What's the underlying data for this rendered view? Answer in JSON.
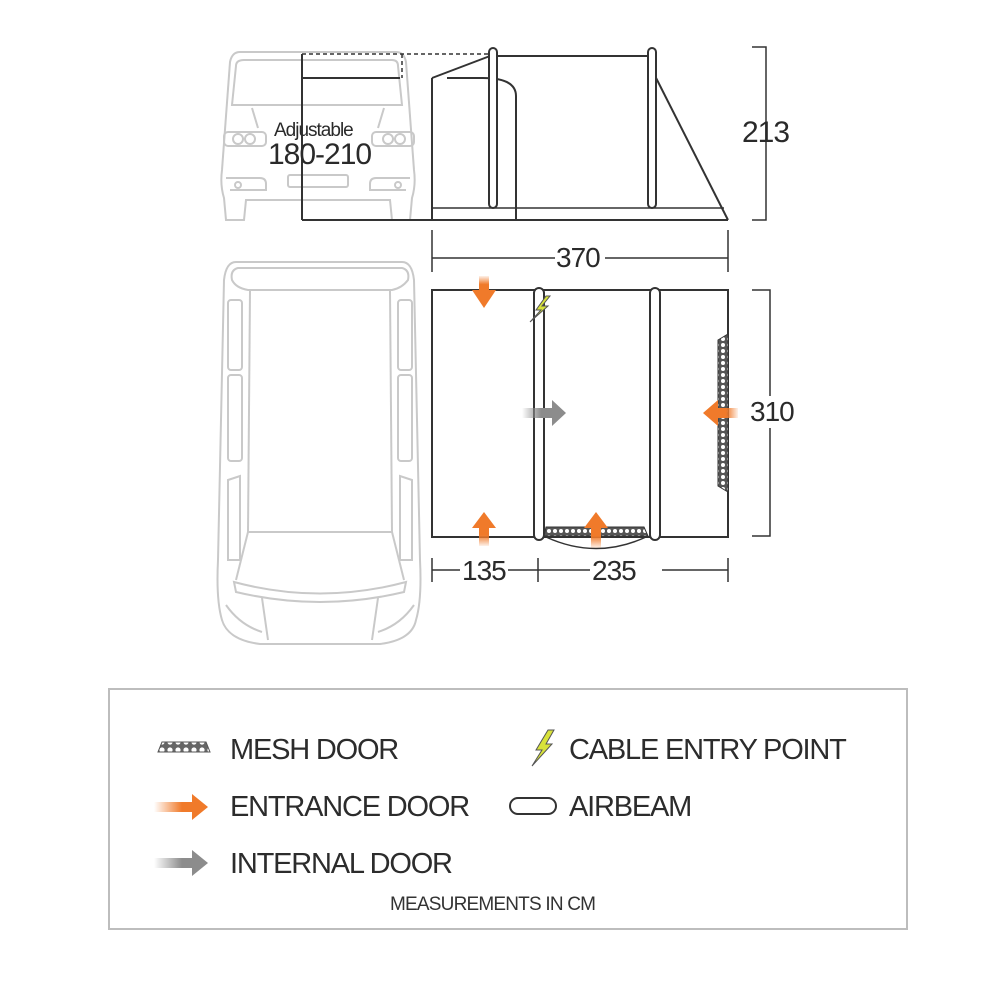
{
  "diagram": {
    "type": "tent_floor_plan",
    "side_view": {
      "adjustable_label": "Adjustable",
      "adjustable_range": "180-210",
      "height": "213"
    },
    "top_view": {
      "total_width": "370",
      "depth": "310",
      "section_left": "135",
      "section_right": "235"
    }
  },
  "legend": {
    "items": [
      {
        "icon": "mesh-door-icon",
        "label": "MESH DOOR"
      },
      {
        "icon": "cable-entry-icon",
        "label": "CABLE ENTRY POINT"
      },
      {
        "icon": "entrance-door-arrow-icon",
        "label": "ENTRANCE DOOR"
      },
      {
        "icon": "airbeam-icon",
        "label": "AIRBEAM"
      },
      {
        "icon": "internal-door-arrow-icon",
        "label": "INTERNAL DOOR"
      }
    ],
    "footnote": "MEASUREMENTS IN CM"
  },
  "colors": {
    "entrance_door": "#f07a2a",
    "internal_door": "#8c8c8c",
    "cable_entry": "#d8e23a",
    "outline": "#333333",
    "vehicle": "#c8c8c8"
  }
}
